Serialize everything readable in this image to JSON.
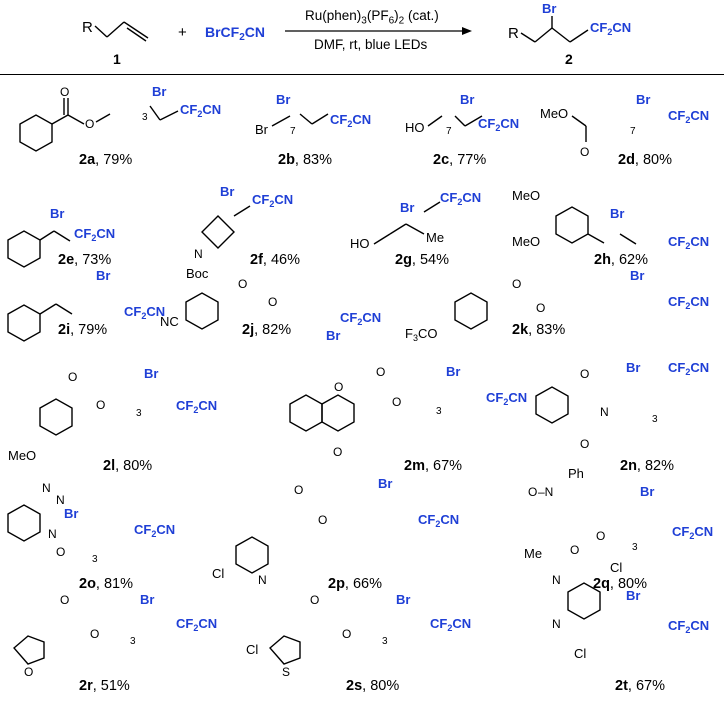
{
  "scheme": {
    "reactant_1_label": "1",
    "reagent": "BrCF2CN",
    "plus": "+",
    "condition_top": "Ru(phen)3(PF6)2 (cat.)",
    "condition_bottom": "DMF, rt, blue LEDs",
    "product_label": "2",
    "r_group": "R"
  },
  "entries": [
    {
      "id": "2a",
      "yield": "79%"
    },
    {
      "id": "2b",
      "yield": "83%"
    },
    {
      "id": "2c",
      "yield": "77%"
    },
    {
      "id": "2d",
      "yield": "80%"
    },
    {
      "id": "2e",
      "yield": "73%"
    },
    {
      "id": "2f",
      "yield": "46%"
    },
    {
      "id": "2g",
      "yield": "54%"
    },
    {
      "id": "2h",
      "yield": "62%"
    },
    {
      "id": "2i",
      "yield": "79%"
    },
    {
      "id": "2j",
      "yield": "82%"
    },
    {
      "id": "2k",
      "yield": "83%"
    },
    {
      "id": "2l",
      "yield": "80%"
    },
    {
      "id": "2m",
      "yield": "67%"
    },
    {
      "id": "2n",
      "yield": "82%"
    },
    {
      "id": "2o",
      "yield": "81%"
    },
    {
      "id": "2p",
      "yield": "66%"
    },
    {
      "id": "2q",
      "yield": "80%"
    },
    {
      "id": "2r",
      "yield": "51%"
    },
    {
      "id": "2s",
      "yield": "80%"
    },
    {
      "id": "2t",
      "yield": "67%"
    }
  ],
  "atoms": {
    "br": "Br",
    "cf2cn": "CF2CN",
    "o": "O",
    "n": "N",
    "s": "S",
    "cl": "Cl",
    "me": "Me",
    "meo": "MeO",
    "ho": "HO",
    "boc": "Boc",
    "f3co": "F3CO",
    "ph": "Ph",
    "nc": "NC",
    "sub3": "3",
    "sub7": "7"
  },
  "colors": {
    "accent_blue": "#1f3fd6",
    "text": "#000000"
  }
}
